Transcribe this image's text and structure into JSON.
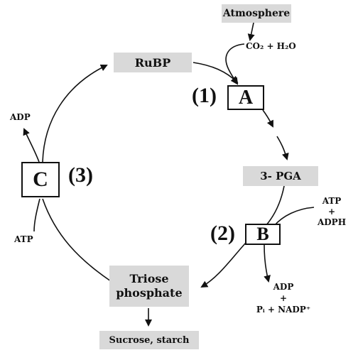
{
  "nodes": {
    "atmosphere": "Atmosphere",
    "rubp": "RuBP",
    "pga": "3- PGA",
    "triose_line1": "Triose",
    "triose_line2": "phosphate",
    "sucrose": "Sucrose, starch"
  },
  "inputs": {
    "co2_h2o": "CO₂ + H₂O",
    "atp_top": "ATP",
    "plus_top": "+",
    "adph": "ADPH",
    "adp_out": "ADP",
    "plus_out": "+",
    "pi_nadp": "Pᵢ + NADP⁺",
    "adp_left": "ADP",
    "atp_left": "ATP"
  },
  "steps": {
    "a": "A",
    "b": "B",
    "c": "C",
    "step1": "(1)",
    "step2": "(2)",
    "step3": "(3)"
  },
  "colors": {
    "box_fill": "#d9d9d9",
    "line": "#111111"
  }
}
